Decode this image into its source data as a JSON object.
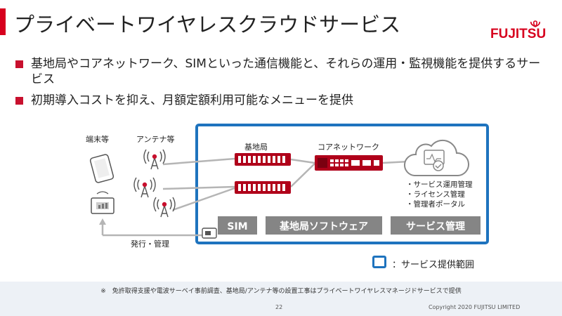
{
  "title": "プライベートワイヤレスクラウドサービス",
  "logo_text": "FUJITSU",
  "bullets": [
    "基地局やコアネットワーク、SIMといった通信機能と、それらの運用・監視機能を提供するサービス",
    "初期導入コストを抑え、月額定額利用可能なメニューを提供"
  ],
  "diagram": {
    "terminal_label": "端末等",
    "antenna_label": "アンテナ等",
    "base_station_label": "基地局",
    "core_network_label": "コアネットワーク",
    "issue_label": "発行・管理",
    "bars": {
      "sim": "SIM",
      "bs_software": "基地局ソフトウェア",
      "service_mgmt": "サービス管理"
    },
    "cloud_items": [
      "・サービス運用管理",
      "・ライセンス管理",
      "・管理者ポータル"
    ]
  },
  "legend_text": "：サービス提供範囲",
  "footnote": "※　免許取得支援や電波サーベイ事前調査、基地局/アンテナ等の設置工事はプライベートワイヤレスマネージドサービスで提供",
  "page_number": "22",
  "copyright": "Copyright 2020 FUJITSU LIMITED",
  "colors": {
    "accent": "#d7001e",
    "scope_border": "#1e73be",
    "bar": "#858585"
  }
}
